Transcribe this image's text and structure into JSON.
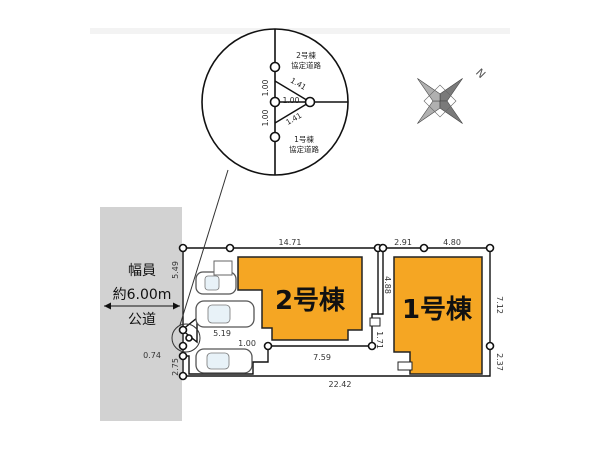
{
  "detail": {
    "road2_label": [
      "2号棟",
      "協定道路"
    ],
    "road1_label": [
      "1号棟",
      "協定道路"
    ],
    "dim_top_vertical": "1.00",
    "dim_center": "1.00",
    "dim_upper_diagonal": "1.41",
    "dim_bottom_vertical": "1.00",
    "dim_lower_diagonal": "1.41"
  },
  "compass": {
    "north": "N",
    "icon": "compass-rose-icon"
  },
  "road": {
    "width_label": "幅員",
    "width_value": "約6.00m",
    "type": "公道"
  },
  "buildings": [
    {
      "label": "2号棟",
      "color": "#F5A623"
    },
    {
      "label": "1号棟",
      "color": "#F5A623"
    }
  ],
  "dimensions": {
    "top_left": "14.71",
    "top_mid": "2.91",
    "top_right": "4.80",
    "left_upper": "5.49",
    "parking_width": "5.19",
    "parking_offset": "1.00",
    "left_corner": "0.74",
    "left_lower": "2.75",
    "lot2_bottom": "7.59",
    "lot2_right_upper": "4.88",
    "lot2_right_lower": "1.71",
    "lot1_right_upper": "7.12",
    "lot1_right_lower": "2.37",
    "bottom_total": "22.42"
  }
}
